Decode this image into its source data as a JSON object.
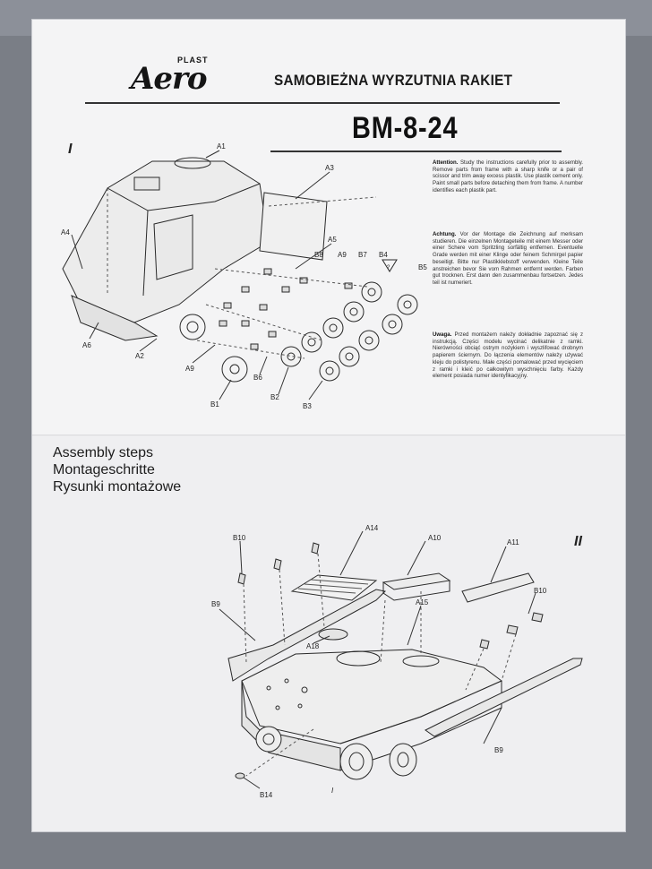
{
  "brand": {
    "logo_text": "Aero",
    "logo_sub": "PLAST"
  },
  "header": {
    "title": "SAMOBIEŻNA WYRZUTNIA RAKIET",
    "model": "BM-8-24"
  },
  "steps_roman": {
    "first": "I",
    "second": "II"
  },
  "instructions": [
    {
      "heading": "Attention.",
      "text": "Study the instructions carefully prior to assembly. Remove parts from frame with a sharp knife or a pair of scissor and trim away excess plastik. Use plastik cement only. Paint small parts before detaching them from frame. A number identifies each plastik part."
    },
    {
      "heading": "Achtung.",
      "text": "Vor der Montage die Zeichnung auf merksam studieren. Die einzelnen Montageteile mit einem Messer oder einer Schere vom Spritzling sorfältig entfernen. Eventuelle Grade werden mit einer Klinge oder feinem Schmirgel papier beseitigt. Bitte nur Plastikklebstoff verwenden. Kleine Teile anstreichen bevor Sie vom Rahmen entfernt werden. Farben gut trocknen. Erst dann den zusammenbau fortsetzen. Jedes teil ist numeriert."
    },
    {
      "heading": "Uwaga.",
      "text": "Przed montażem należy dokładnie zapoznać się z instrukcją. Części modelu wycinać delikatnie z ramki. Nierówności obciąć ostrym nożykiem i wyszlifować drobnym papierem ściernym. Do łączenia elementów należy używać kleju do polistyrenu. Małe części pomalować przed wycięciem z ramki i kleić po całkowitym wyschnięciu farby. Każdy element posiada numer identyfikacyjny."
    }
  ],
  "assembly": {
    "line1": "Assembly steps",
    "line2": "Montageschritte",
    "line3": "Rysunki montażowe"
  },
  "part_labels_step1": {
    "a1": "A1",
    "a3": "A3",
    "a4": "A4",
    "a5": "A5",
    "a6": "A6",
    "a2": "A2",
    "a9a": "A9",
    "a9b": "A9",
    "b8": "B8",
    "b7": "B7",
    "b4": "B4",
    "b5": "B5",
    "b6": "B6",
    "b1": "B1",
    "b2": "B2",
    "b3": "B3",
    "warning": "?"
  },
  "part_labels_step2": {
    "b10a": "B10",
    "a14": "A14",
    "a10": "A10",
    "a11": "A11",
    "b10b": "B10",
    "b9a": "B9",
    "a15": "A15",
    "a18": "A18",
    "b9b": "B9",
    "b14": "B14",
    "i": "I"
  }
}
